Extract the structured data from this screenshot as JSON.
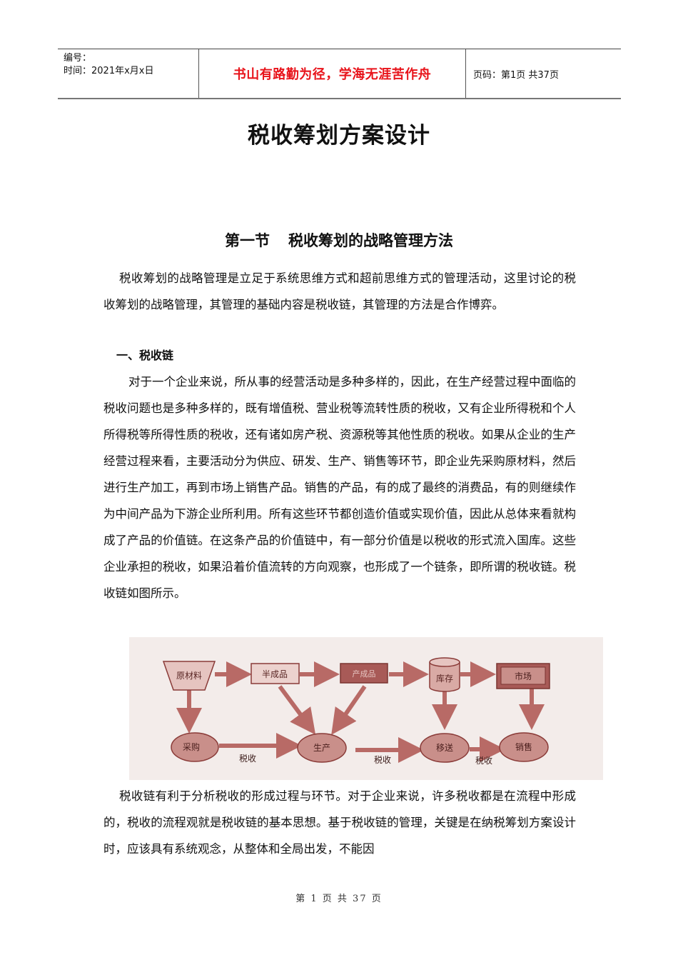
{
  "header": {
    "number_label": "编号：",
    "date_label": "时间：2021年x月x日",
    "motto": "书山有路勤为径，学海无涯苦作舟",
    "page_info": "页码：第1页  共37页"
  },
  "document": {
    "title": "税收筹划方案设计",
    "section": {
      "number": "第一节",
      "title": "税收筹划的战略管理方法"
    },
    "intro_paragraph": "税收筹划的战略管理是立足于系统思维方式和超前思维方式的管理活动，这里讨论的税收筹划的战略管理，其管理的基础内容是税收链，其管理的方法是合作博弈。",
    "subheading_1": "一、税收链",
    "paragraph_2": "对于一个企业来说，所从事的经营活动是多种多样的，因此，在生产经营过程中面临的税收问题也是多种多样的，既有增值税、营业税等流转性质的税收，又有企业所得税和个人所得税等所得性质的税收，还有诸如房产税、资源税等其他性质的税收。如果从企业的生产经营过程来看，主要活动分为供应、研发、生产、销售等环节，即企业先采购原材料，然后进行生产加工，再到市场上销售产品。销售的产品，有的成了最终的消费品，有的则继续作为中间产品为下游企业所利用。所有这些环节都创造价值或实现价值，因此从总体来看就构成了产品的价值链。在这条产品的价值链中，有一部分价值是以税收的形式流入国库。这些企业承担的税收，如果沿着价值流转的方向观察，也形成了一个链条，即所谓的税收链。税收链如图所示。",
    "paragraph_3": "税收链有利于分析税收的形成过程与环节。对于企业来说，许多税收都是在流程中形成的，税收的流程观就是税收链的基本思想。基于税收链的管理，关键是在纳税筹划方案设计时，应该具有系统观念，从整体和全局出发，不能因"
  },
  "diagram": {
    "nodes": {
      "raw_material": "原材料",
      "semi_product": "半成品",
      "finished_product": "产成品",
      "inventory": "库存",
      "market": "市场",
      "purchase": "采购",
      "production": "生产",
      "transfer": "移送",
      "sales": "销售"
    },
    "edge_labels": {
      "tax_1": "税收",
      "tax_2": "税收",
      "tax_3": "税收"
    },
    "colors": {
      "light_fill": "#e6c4c0",
      "mid_fill": "#c98f8a",
      "dark_fill": "#a85a57",
      "stroke": "#8a3b38",
      "arrow": "#b86a66"
    }
  },
  "footer": {
    "page_text": "第 1 页 共 37 页"
  }
}
